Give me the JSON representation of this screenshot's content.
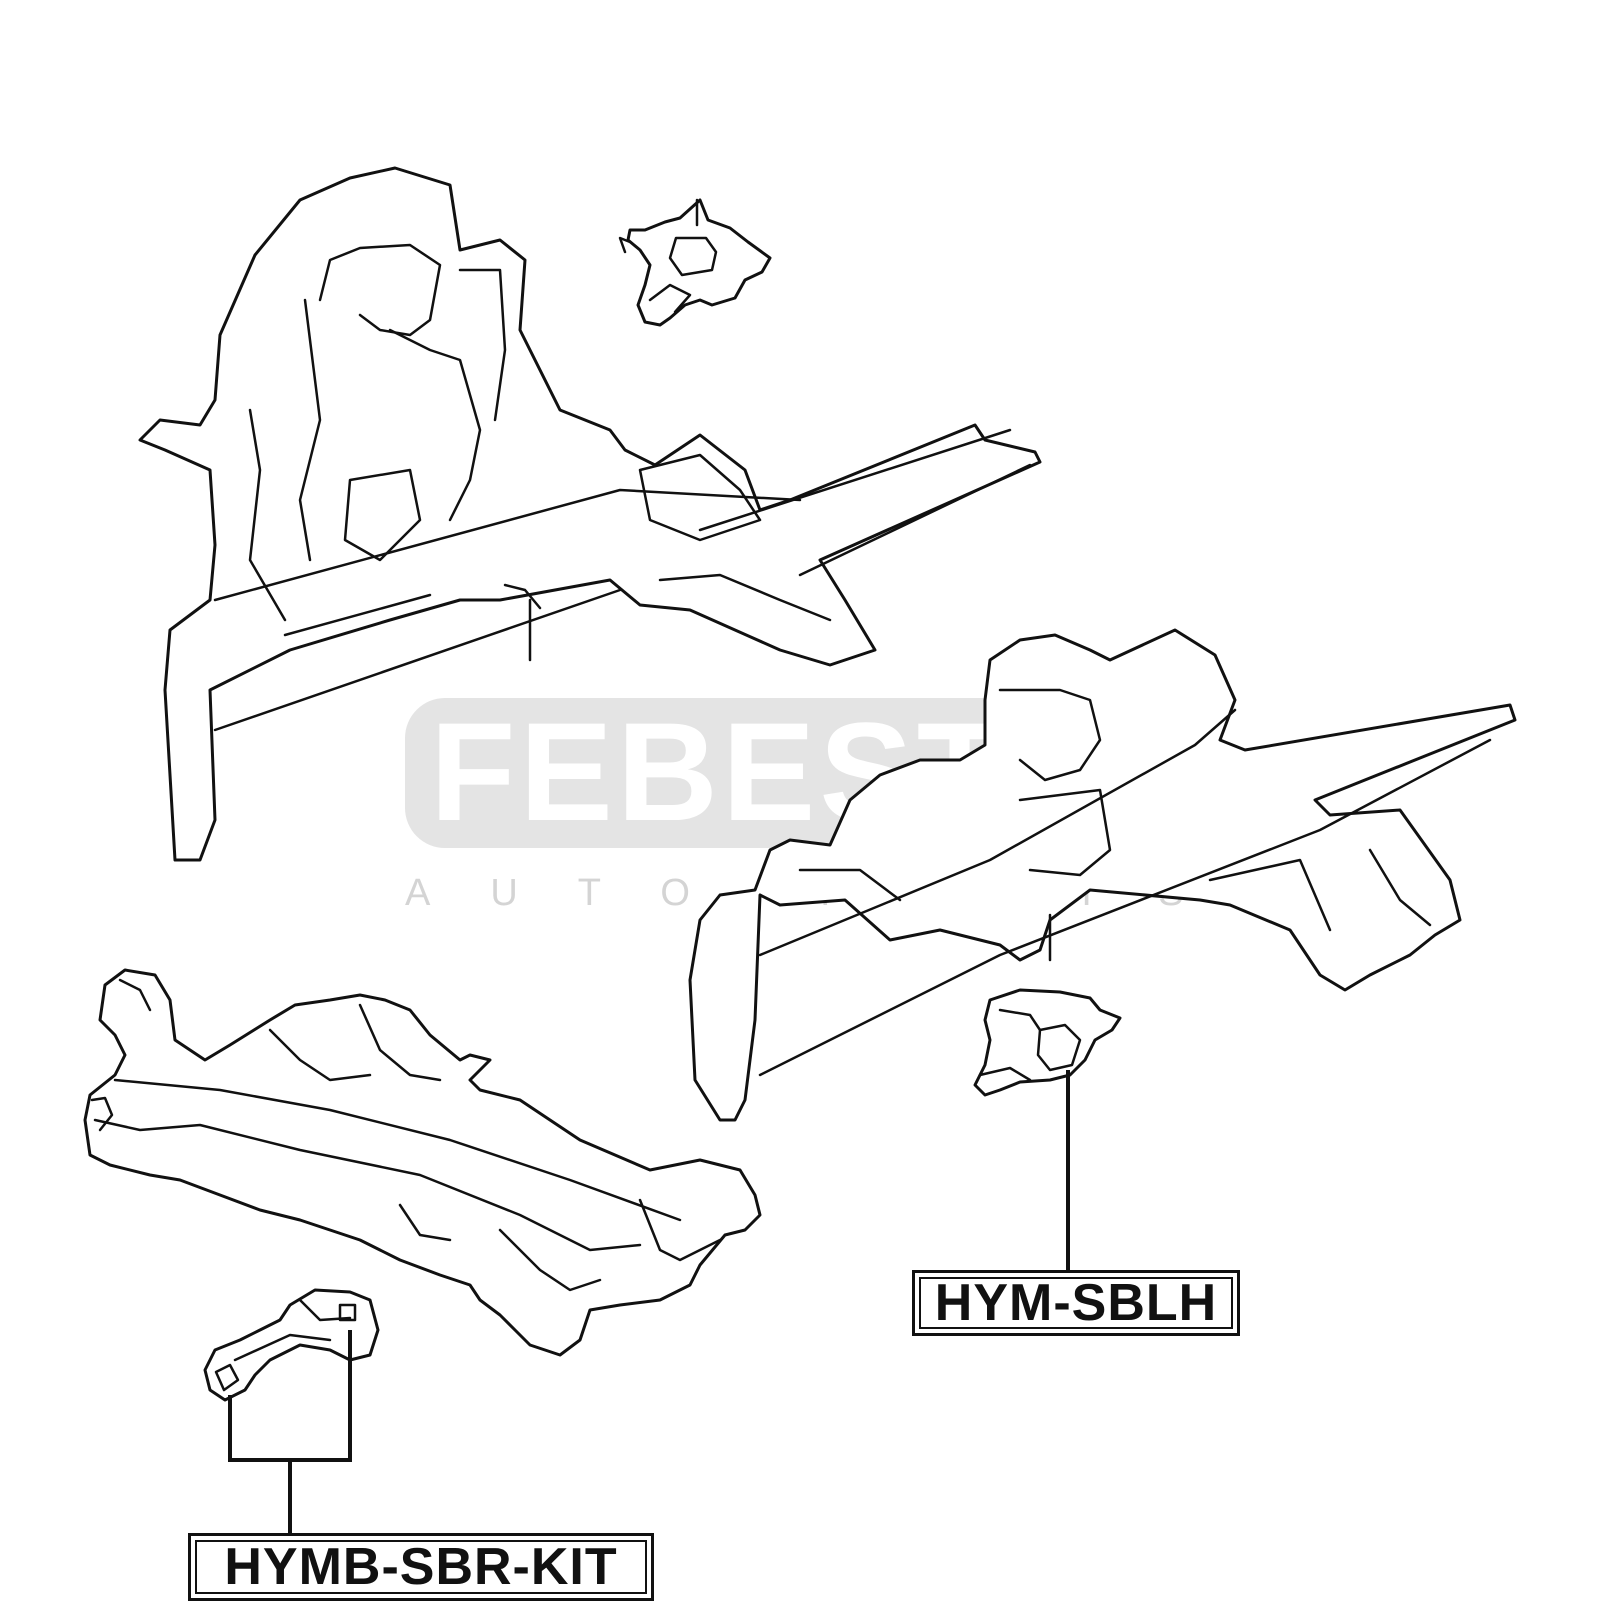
{
  "watermark": {
    "brand": "FEBEST",
    "tagline": "AUTO PARTS"
  },
  "parts": [
    {
      "id": "rear-mount-kit",
      "label": "HYMB-SBR-KIT"
    },
    {
      "id": "left-mount",
      "label": "HYM-SBLH"
    }
  ],
  "colors": {
    "line": "#111111",
    "background": "#ffffff",
    "watermark": "#e4e4e4"
  }
}
